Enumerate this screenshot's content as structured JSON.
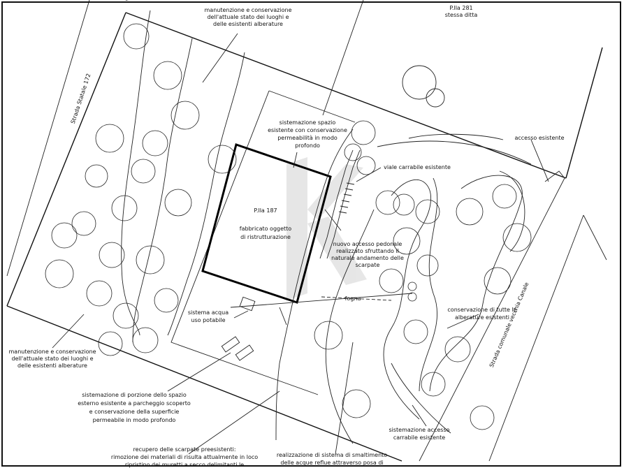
{
  "parcel_top": "P.lla  281",
  "parcel_top_owner": "stessa ditta",
  "road_left": "Strada Statale 172",
  "road_right": "Strada comunale vecchia Canale",
  "building_parcel": "P.lla  187",
  "building_desc": [
    "fabbricato oggetto",
    "di ristrutturazione"
  ],
  "note_top": [
    "manutenzione e conservazione",
    "dell'attuale stato dei luoghi e",
    "delle esistenti alberature"
  ],
  "note_space": [
    "sistemazione spazio",
    "esistente con conservazione",
    "permeabilità in modo",
    "profondo"
  ],
  "note_access": "accesso esistente",
  "note_road": "viale carrabile esistente",
  "note_pedestrian": [
    "nuovo accesso pedonale",
    "realizzato sfruttando il",
    "naturale andamento delle",
    "scarpate"
  ],
  "note_water": [
    "sistema acqua",
    "uso potabile"
  ],
  "note_trees_right": [
    "conservazione di tutte le",
    "alberature esistenti"
  ],
  "note_left": [
    "manutenzione e conservazione",
    "dell'attuale stato dei luoghi e",
    "delle esistenti alberature"
  ],
  "note_parking": [
    "sistemazione di porzione dello spazio",
    "esterno esistente a parcheggio scoperto",
    "e conservazione della superficie",
    "permeabile in modo profondo"
  ],
  "note_access_road": [
    "sistemazione accesso",
    "carrabile esistente"
  ],
  "note_slopes": [
    "recupero delle scarpate preesistenti:",
    "rimozione dei materiali di risulta attualmente in loco",
    "ripristino dei muretti a secco delimitanti le"
  ],
  "note_drain": [
    "realizzazione di sistema di smaltimento",
    "delle acque reflue attraverso posa di"
  ],
  "pipe_label": "fogna"
}
